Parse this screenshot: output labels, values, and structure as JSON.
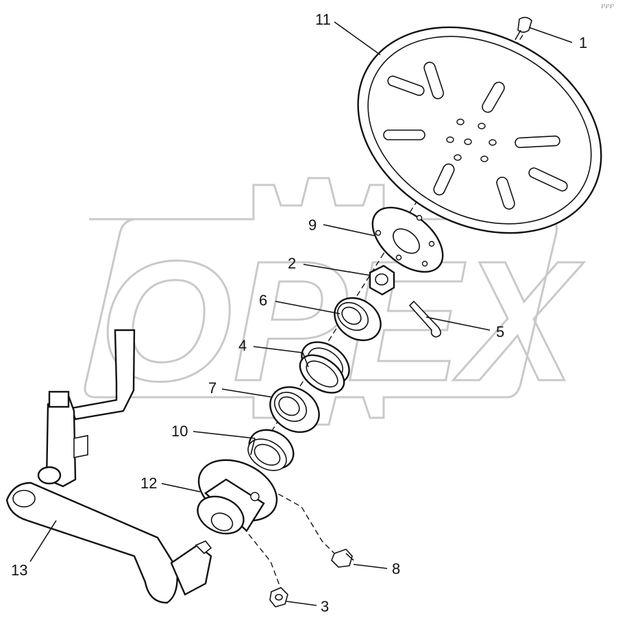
{
  "watermark": "OPEX",
  "corner_mark": "℘℘℘",
  "callouts": [
    {
      "id": "1",
      "text": "1"
    },
    {
      "id": "2",
      "text": "2"
    },
    {
      "id": "3",
      "text": "3"
    },
    {
      "id": "4",
      "text": "4"
    },
    {
      "id": "5",
      "text": "5"
    },
    {
      "id": "6",
      "text": "6"
    },
    {
      "id": "7",
      "text": "7"
    },
    {
      "id": "8",
      "text": "8"
    },
    {
      "id": "9",
      "text": "9"
    },
    {
      "id": "10",
      "text": "10"
    },
    {
      "id": "11",
      "text": "11"
    },
    {
      "id": "12",
      "text": "12"
    },
    {
      "id": "13",
      "text": "13"
    }
  ]
}
